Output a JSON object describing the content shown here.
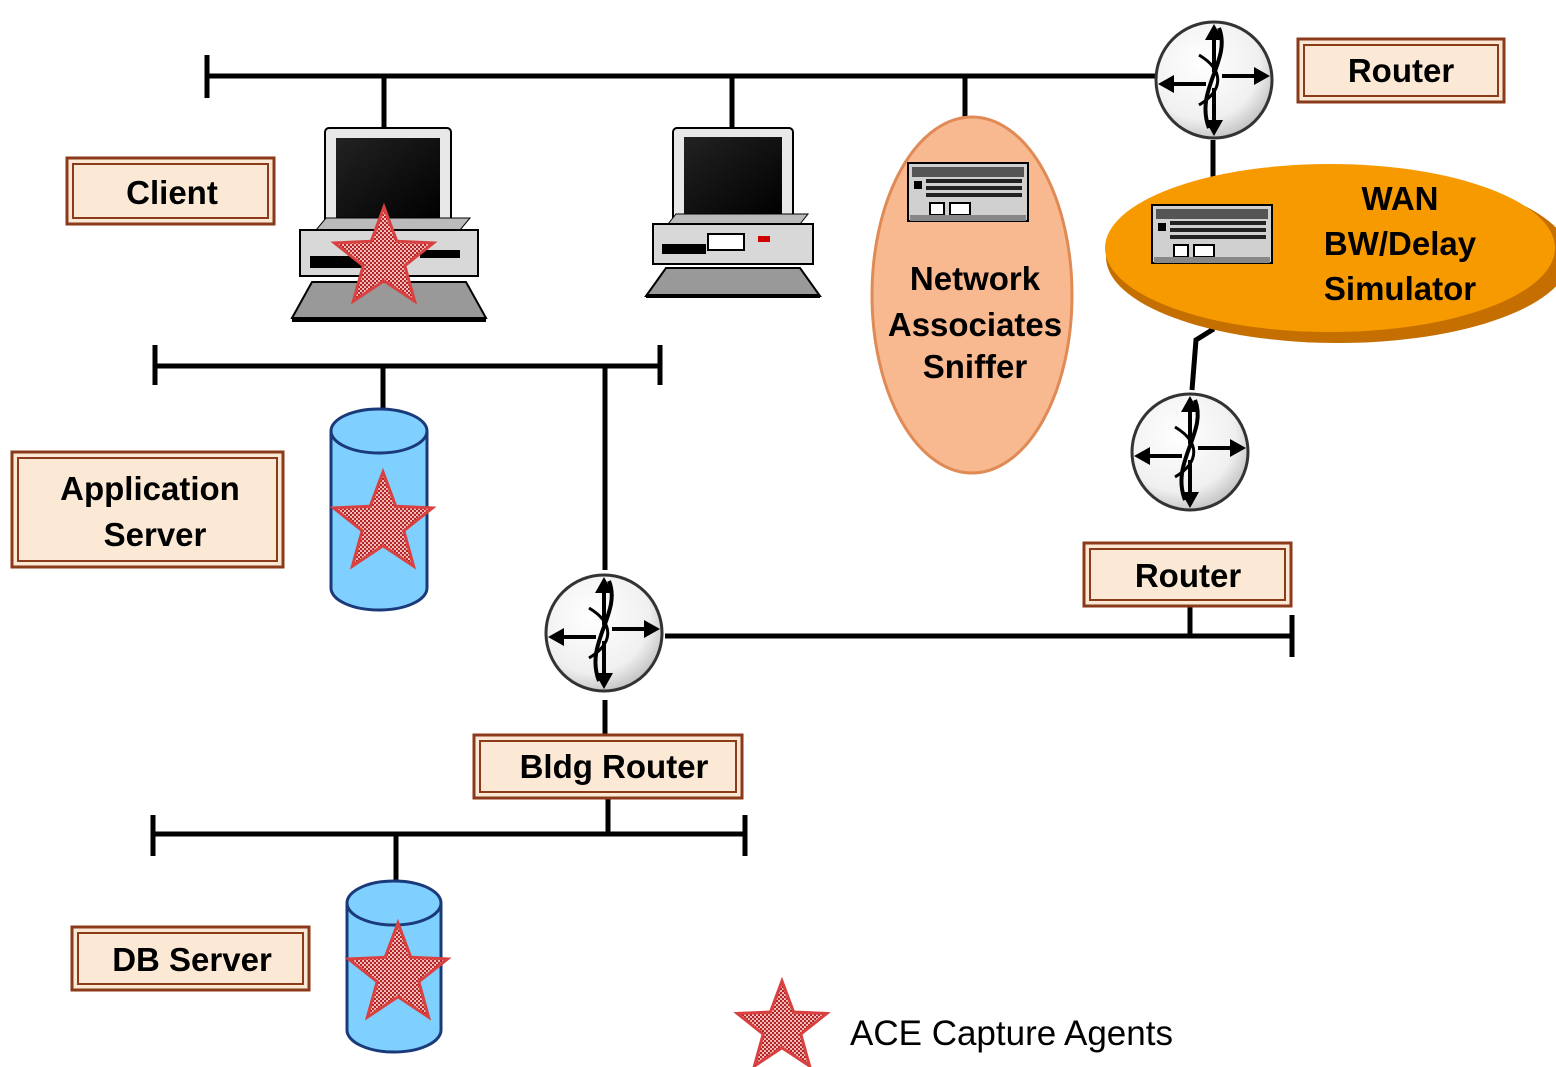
{
  "labels": {
    "client": "Client",
    "router_top": "Router",
    "app_server": [
      "Application",
      "Server"
    ],
    "wan_sim": [
      "WAN",
      "BW/Delay",
      "Simulator"
    ],
    "sniffer": [
      "Network",
      "Associates",
      "Sniffer"
    ],
    "router_mid": "Router",
    "bldg_router": "Bldg Router",
    "db_server": "DB Server"
  },
  "legend": {
    "ace_capture_agents": "ACE Capture Agents"
  },
  "colors": {
    "label_bg": "#fbe9d6",
    "label_border": "#8b3a1a",
    "sniffer_fill": "#f8b890",
    "wan_fill": "#f79a00",
    "db_fill": "#7fd0ff",
    "star_fill": "#d94040"
  }
}
